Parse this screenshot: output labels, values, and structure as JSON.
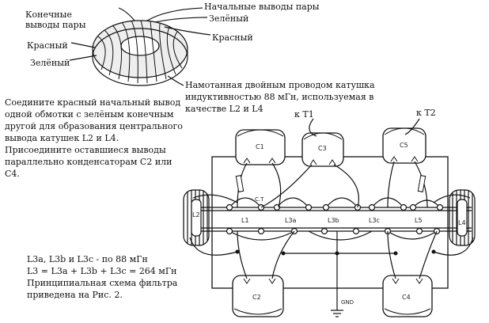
{
  "toroid": {
    "end_leads": "Конечные\nвыводы пары",
    "start_leads": "Начальные выводы пары",
    "left_red": "Красный",
    "left_green": "Зелёный",
    "right_green": "Зелёный",
    "right_red": "Красный",
    "description": "Намотанная двойным проводом катушка\nиндуктивностью 88 мГн, используемая в\nкачестве L2 и L4"
  },
  "instructions": "Соедините красный начальный вывод одной обмотки с зелёным конечным другой для образования центрального вывода катушек L2 и L4. Присоедините оставшиеся выводы параллельно конденсаторам C2 или C4.",
  "notes": [
    "L3a, L3b и L3c - по 88 мГн",
    "L3 = L3a + L3b + L3c = 264 мГн",
    "Принципиальная схема фильтра",
    "приведена на Рис. 2."
  ],
  "schematic": {
    "to_t1": "к T1",
    "to_t2": "к T2",
    "capacitors": [
      "C1",
      "C3",
      "C5",
      "C2",
      "C4"
    ],
    "coils": [
      "L2",
      "L4"
    ],
    "inductors": [
      "L1",
      "L3a",
      "L3b",
      "L3c",
      "L5"
    ],
    "center_tap": "C.T",
    "ground": "GND"
  },
  "colors": {
    "line": "#1a1a1a",
    "background": "#ffffff"
  }
}
